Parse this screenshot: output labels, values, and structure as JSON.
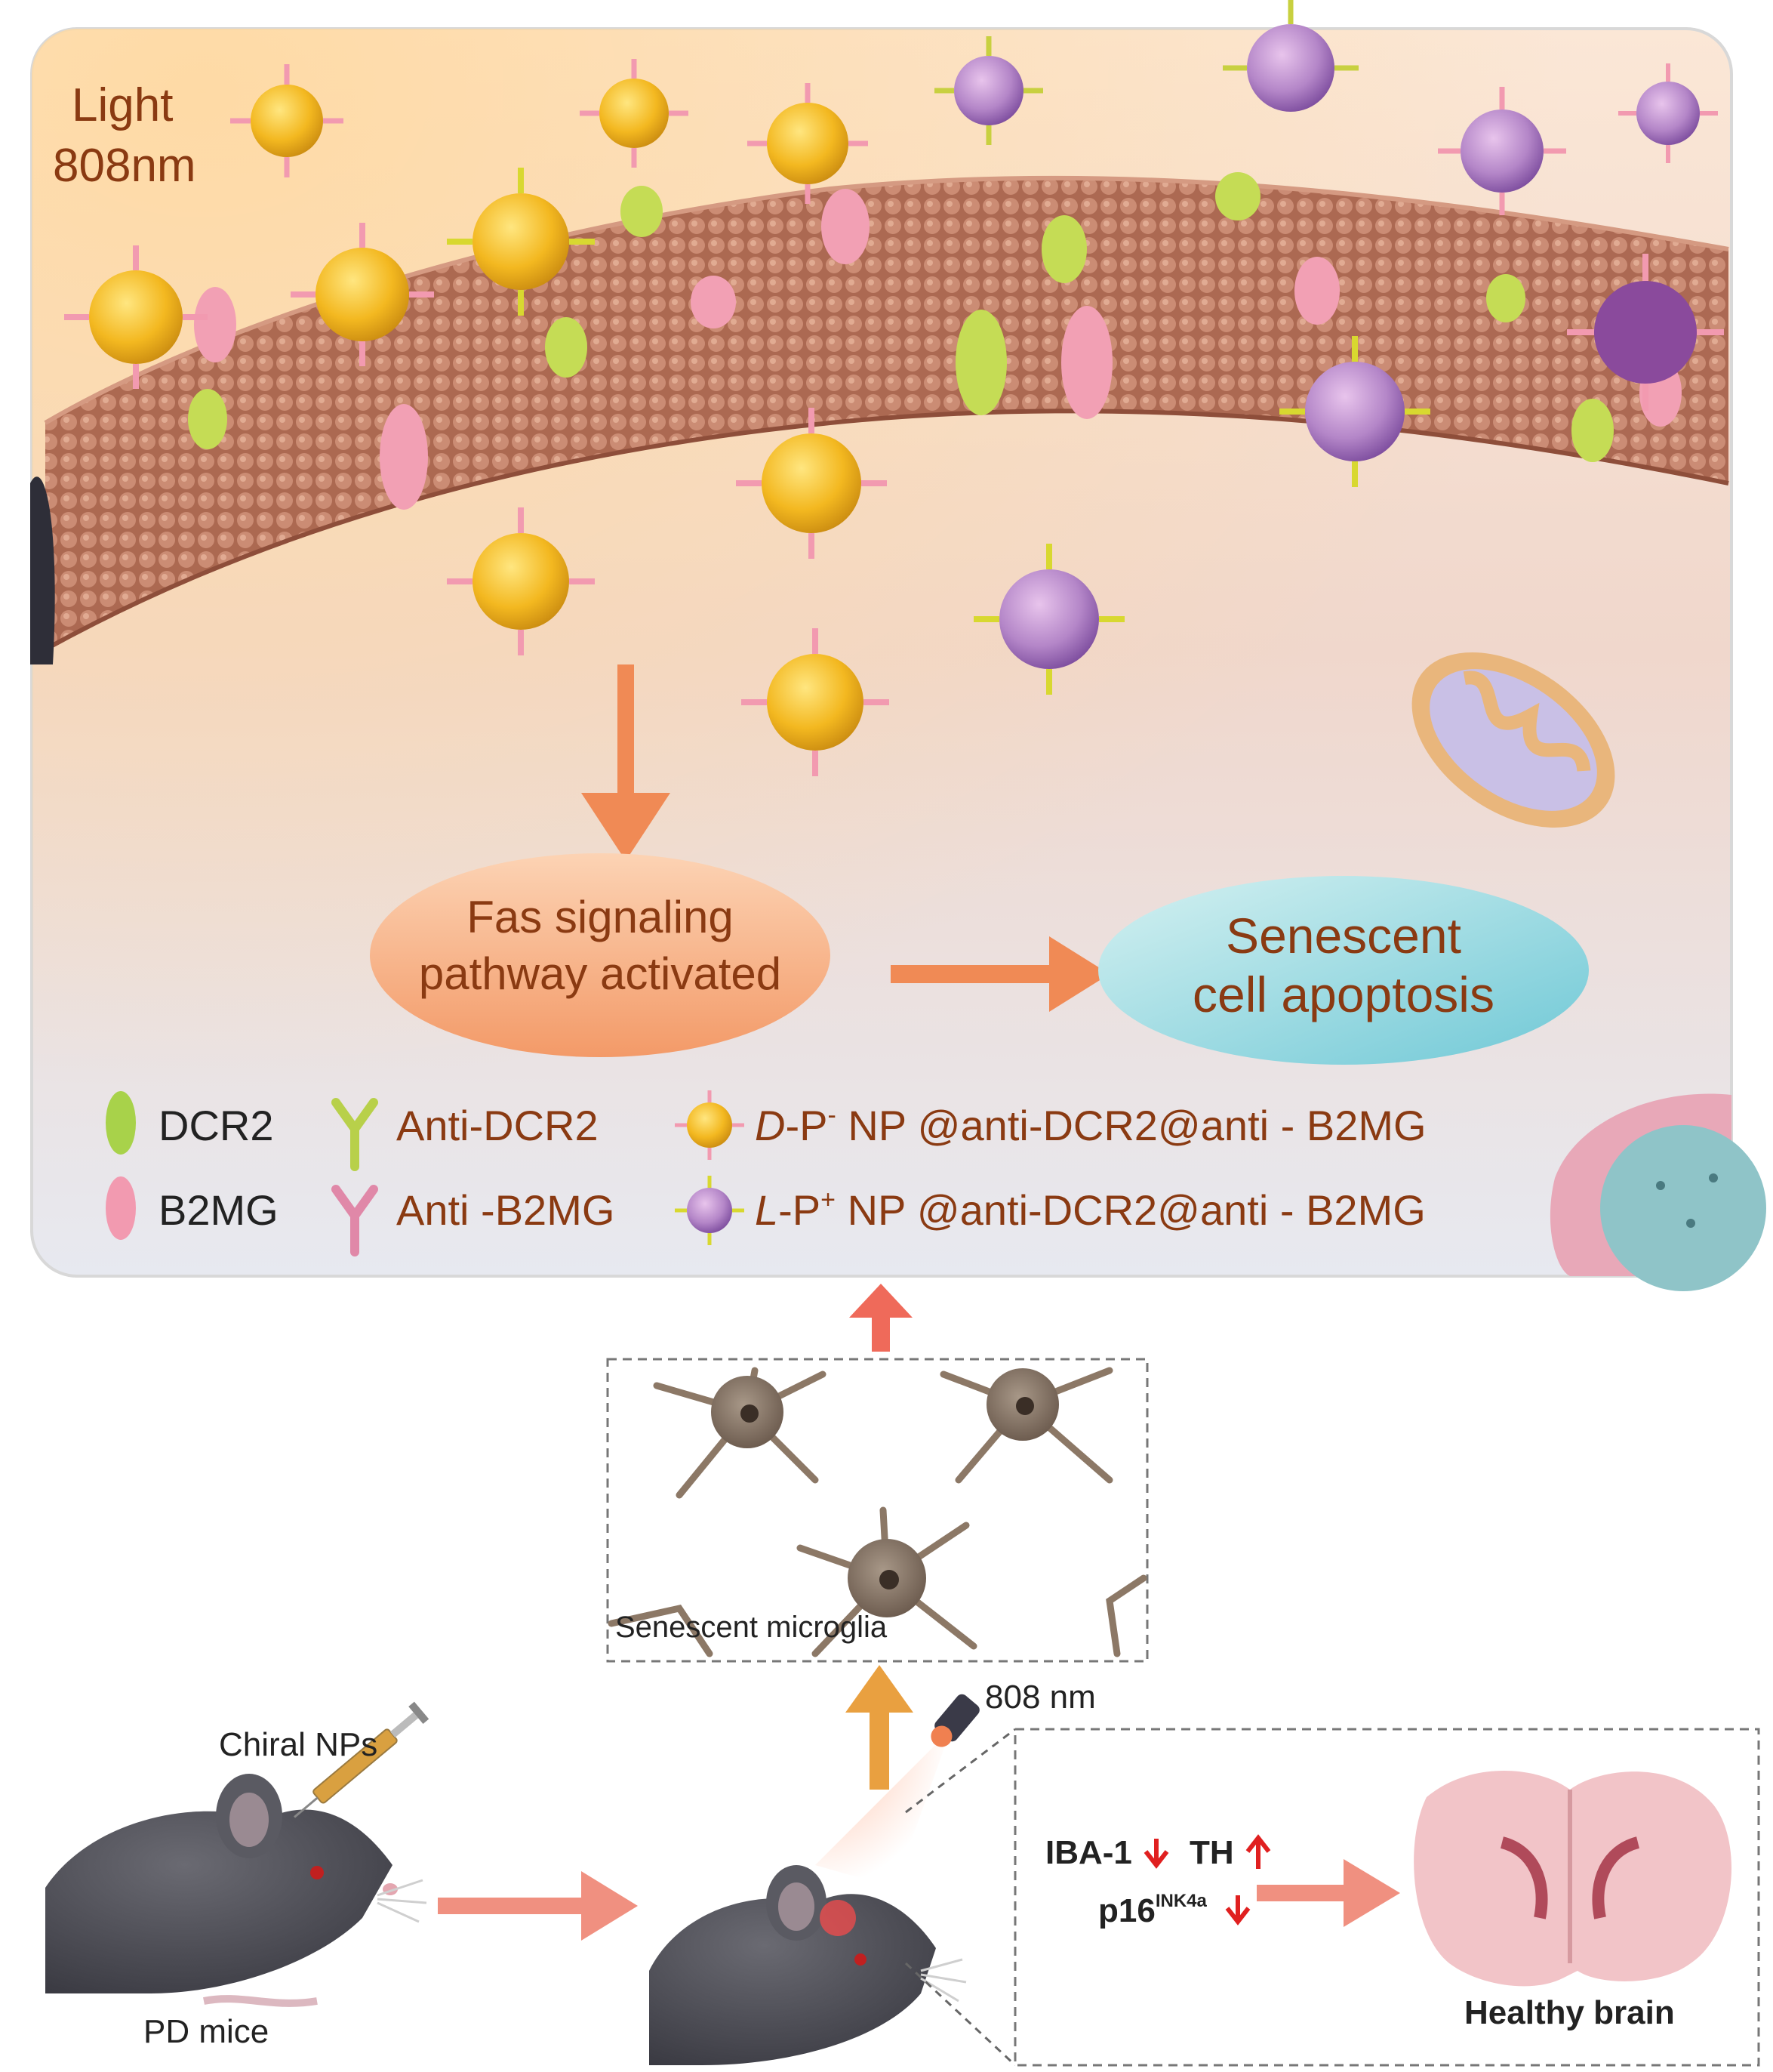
{
  "top_panel": {
    "light_line1": "Light",
    "light_line2": "808nm",
    "fas_line1": "Fas signaling",
    "fas_line2": "pathway activated",
    "senescent_line1": "Senescent",
    "senescent_line2": "cell apoptosis"
  },
  "legend": {
    "dcr2": "DCR2",
    "b2mg": "B2MG",
    "anti_dcr2": "Anti-DCR2",
    "anti_b2mg": "Anti -B2MG",
    "d_np_prefix": "D",
    "d_np_mid": "-P",
    "d_np_sup": "-",
    "d_np_suffix": " NP @anti-DCR2@anti - B2MG",
    "l_np_prefix": "L",
    "l_np_mid": "-P",
    "l_np_sup": "+",
    "l_np_suffix": " NP @anti-DCR2@anti - B2MG"
  },
  "bottom_panel": {
    "microglia_label": "Senescent microglia",
    "wavelength": "808 nm",
    "chiral_label": "Chiral NPs",
    "pd_mice_label": "PD mice",
    "iba1": "IBA-1",
    "th": "TH",
    "p16_base": "p16",
    "p16_sup": "INK4a",
    "healthy_brain": "Healthy brain"
  },
  "colors": {
    "label_brown": "#8a3a12",
    "arrow_orange": "#f08a55",
    "arrow_red": "#e05050",
    "down_arrow_red": "#e02020",
    "membrane": "#b8755f",
    "np_gold": "#f3b820",
    "np_purple": "#9a6ab8",
    "dcr2_green": "#b8d64a",
    "b2mg_pink": "#f2a0b4"
  }
}
